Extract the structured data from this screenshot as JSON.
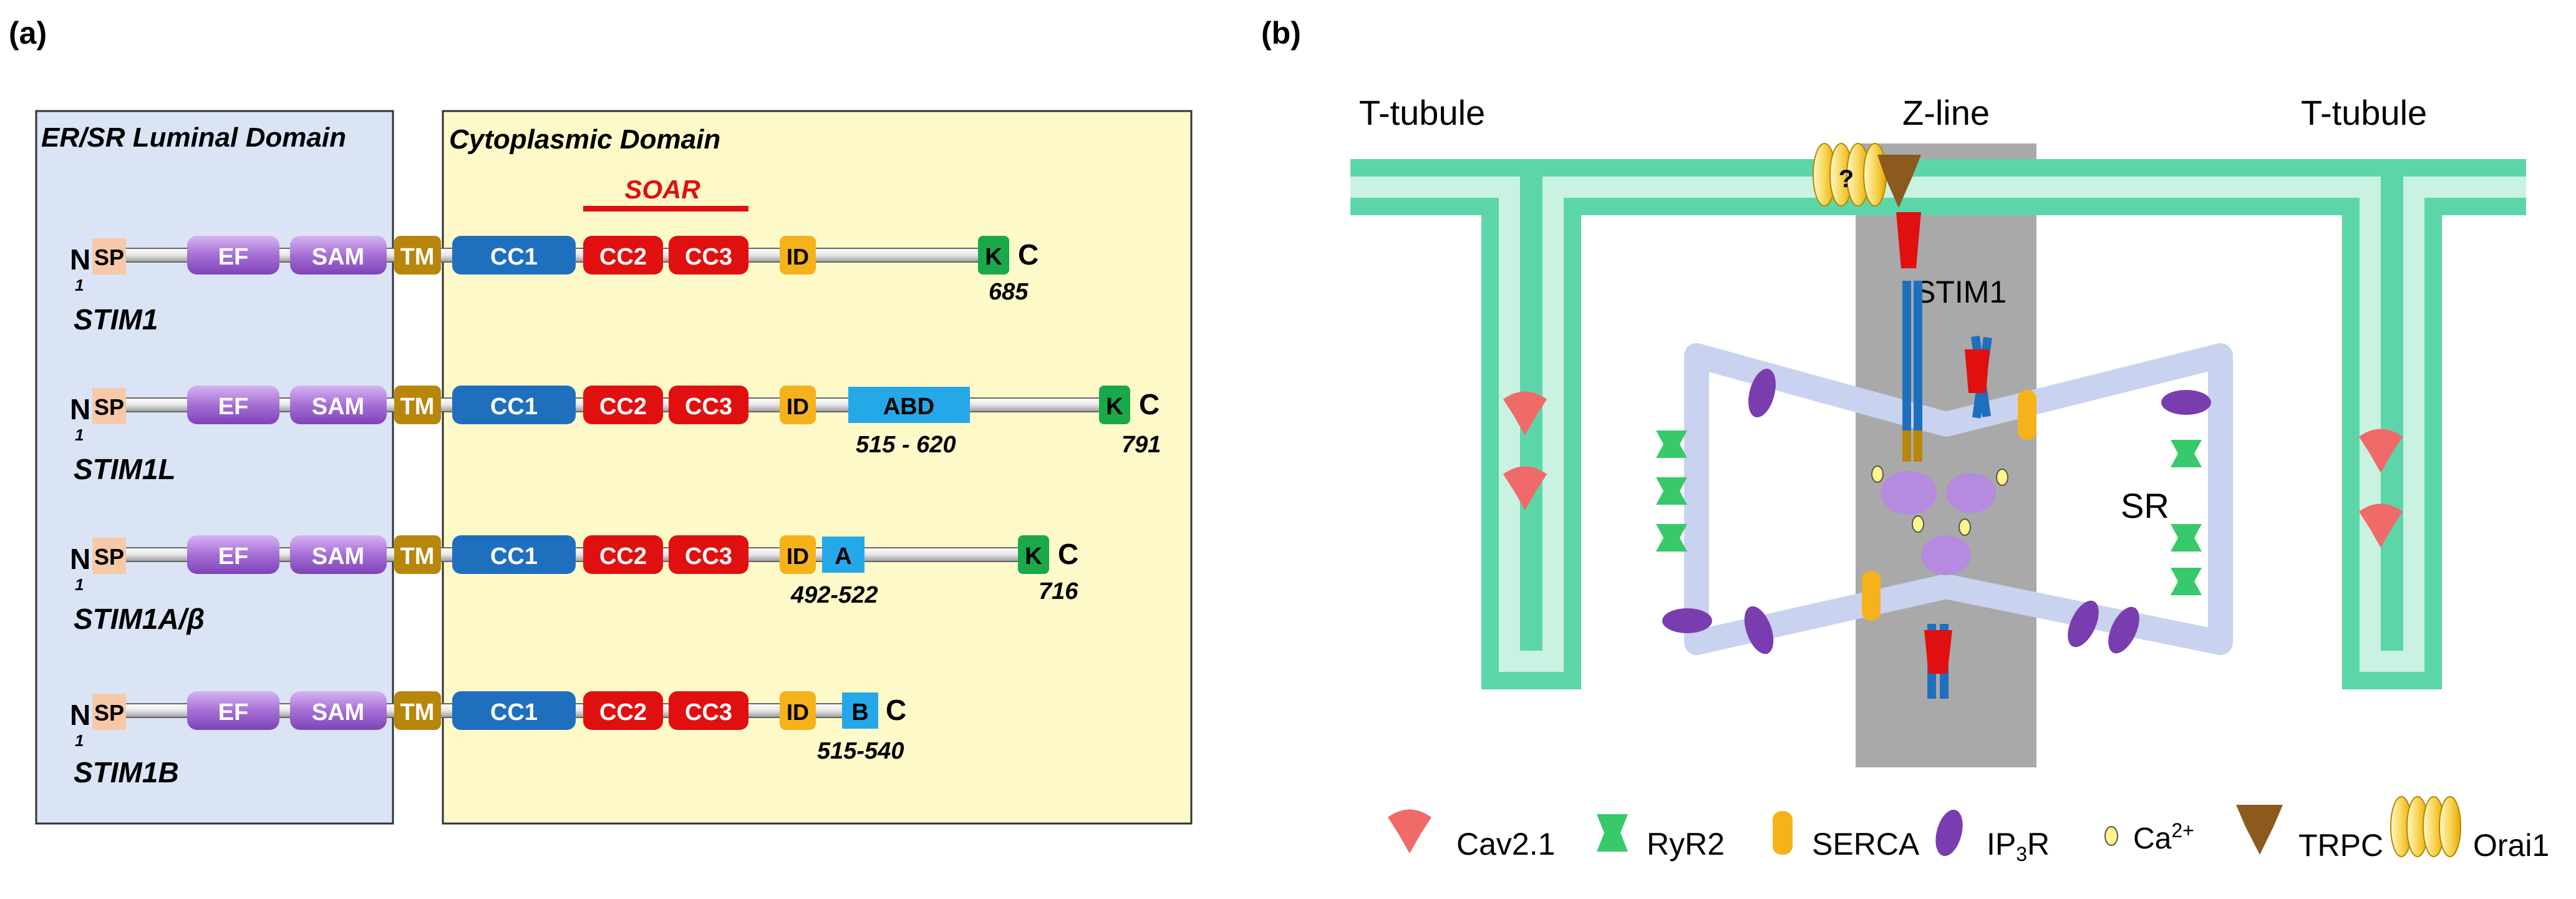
{
  "panel_a": {
    "label": "(a)",
    "luminal_title": "ER/SR Luminal Domain",
    "cyto_title": "Cytoplasmic Domain",
    "soar_label": "SOAR",
    "domains": {
      "sp": "SP",
      "ef": "EF",
      "sam": "SAM",
      "tm": "TM",
      "cc1": "CC1",
      "cc2": "CC2",
      "cc3": "CC3",
      "id": "ID",
      "k": "K"
    },
    "n_label": "N",
    "c_label": "C",
    "start_residue": "1",
    "isoforms": [
      {
        "name": "STIM1",
        "end": "685"
      },
      {
        "name": "STIM1L",
        "end": "791",
        "extra": "ABD",
        "extra_range": "515 - 620"
      },
      {
        "name": "STIM1A/β",
        "end": "716",
        "extra": "A",
        "extra_range": "492-522"
      },
      {
        "name": "STIM1B",
        "extra": "B",
        "extra_range": "515-540"
      }
    ]
  },
  "panel_b": {
    "label": "(b)",
    "t_tubule_left": "T-tubule",
    "z_line": "Z-line",
    "t_tubule_right": "T-tubule",
    "stim1": "STIM1",
    "sr": "SR",
    "question": "?",
    "legend": {
      "cav": "Cav2.1",
      "ryr": "RyR2",
      "serca": "SERCA",
      "ip3r_main": "IP",
      "ip3r_sub": "3",
      "ip3r_tail": "R",
      "ca_main": "Ca",
      "ca_sup": "2+",
      "trpc": "TRPC",
      "orai": "Orai1"
    }
  },
  "colors": {
    "luminal_bg": "#dae4f5",
    "cyto_bg": "#fdf9c9",
    "sp": "#f7c9a8",
    "ef_sam": "#a66fd6",
    "tm": "#b8860b",
    "cc1": "#1f6fbf",
    "cc2_cc3": "#e01010",
    "id": "#f5b21a",
    "k": "#1aa84a",
    "abd": "#24a8e8",
    "soar": "#e01010",
    "ttubule": "#5cd6a8",
    "sr": "#c9d3f0",
    "zline": "#8c8c8c"
  }
}
